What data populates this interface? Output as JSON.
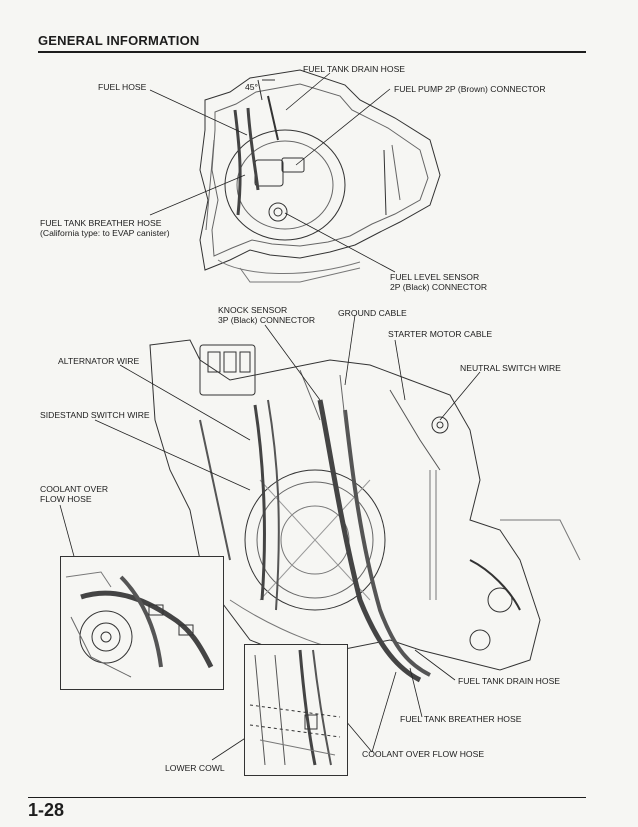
{
  "header": {
    "title": "GENERAL INFORMATION"
  },
  "footer": {
    "page_number": "1-28"
  },
  "top_figure": {
    "angle": "45°",
    "labels": {
      "fuel_hose": "FUEL HOSE",
      "fuel_tank_drain_hose": "FUEL TANK DRAIN HOSE",
      "fuel_pump_connector": "FUEL PUMP 2P (Brown) CONNECTOR",
      "fuel_tank_breather_hose_1": "FUEL TANK BREATHER HOSE",
      "fuel_tank_breather_hose_2": "(California type: to EVAP canister)",
      "fuel_level_sensor_1": "FUEL LEVEL SENSOR",
      "fuel_level_sensor_2": "2P (Black) CONNECTOR"
    }
  },
  "bottom_figure": {
    "labels": {
      "knock_sensor_1": "KNOCK SENSOR",
      "knock_sensor_2": "3P (Black) CONNECTOR",
      "ground_cable": "GROUND CABLE",
      "starter_motor_cable": "STARTER MOTOR CABLE",
      "alternator_wire": "ALTERNATOR WIRE",
      "neutral_switch_wire": "NEUTRAL SWITCH WIRE",
      "sidestand_switch_wire": "SIDESTAND SWITCH WIRE",
      "coolant_over_flow_hose_1": "COOLANT OVER",
      "coolant_over_flow_hose_2": "FLOW HOSE",
      "fuel_tank_drain_hose": "FUEL TANK DRAIN HOSE",
      "fuel_tank_breather_hose": "FUEL TANK BREATHER HOSE",
      "coolant_over_flow_hose_b": "COOLANT OVER FLOW HOSE",
      "lower_cowl": "LOWER COWL"
    }
  }
}
